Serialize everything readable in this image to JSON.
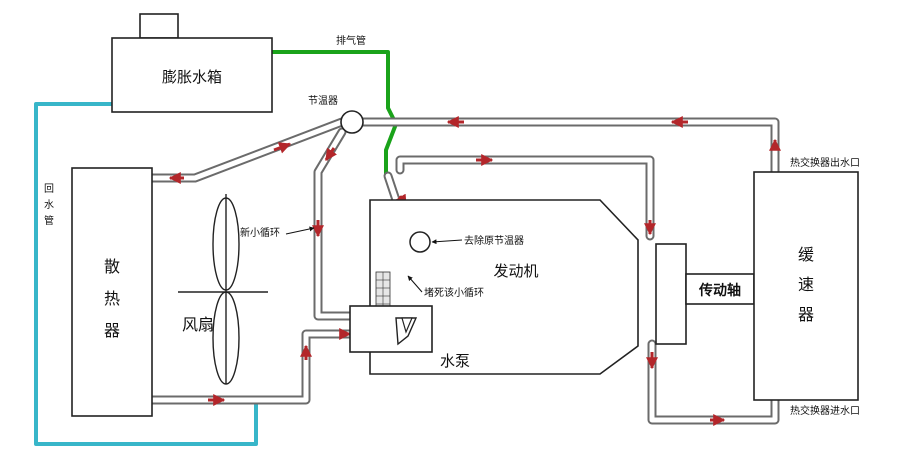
{
  "components": {
    "expansion_tank": "膨胀水箱",
    "radiator": [
      "散",
      "热",
      "器"
    ],
    "fan": "风扇",
    "engine": "发动机",
    "water_pump": "水泵",
    "gearbox": [
      "缓",
      "速",
      "器"
    ],
    "drive_shaft": "传动轴",
    "thermostat": "节温器"
  },
  "labels": {
    "exhaust_pipe": "排气管",
    "return_pipe": [
      "回",
      "水",
      "管"
    ],
    "new_small_loop": "新小循环",
    "removed_thermostat": "去除原节温器",
    "abandoned_small_loop": "堵死该小循环",
    "hx_outlet": "热交换器出水口",
    "hx_inlet": "热交换器进水口"
  },
  "colors": {
    "pipe": "#6b6b6b",
    "exhaust": "#1aa31a",
    "return": "#38b6c9",
    "arrow": "#b3262a"
  }
}
